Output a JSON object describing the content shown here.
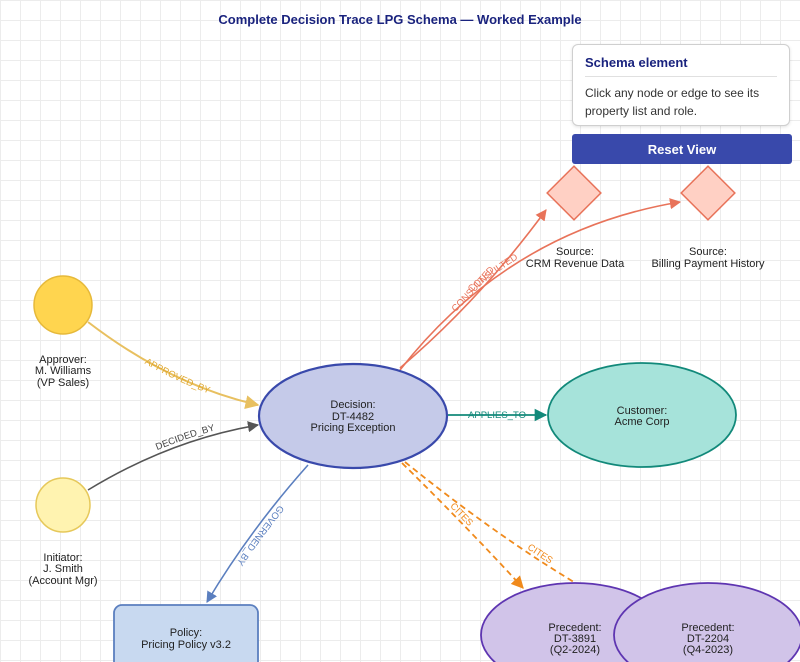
{
  "title": "Complete Decision Trace LPG Schema — Worked Example",
  "info_panel": {
    "heading": "Schema element",
    "body": "Click any node or edge to see its property list and role."
  },
  "reset_button": "Reset View",
  "nodes": {
    "decision": [
      "Decision:",
      "DT-4482",
      "Pricing Exception"
    ],
    "approver": [
      "Approver:",
      "M. Williams",
      "(VP Sales)"
    ],
    "initiator": [
      "Initiator:",
      "J. Smith",
      "(Account Mgr)"
    ],
    "customer": [
      "Customer:",
      "Acme Corp"
    ],
    "policy": [
      "Policy:",
      "Pricing Policy v3.2"
    ],
    "source_crm": [
      "Source:",
      "CRM Revenue Data"
    ],
    "source_billing": [
      "Source:",
      "Billing Payment History"
    ],
    "precedent_1": [
      "Precedent:",
      "DT-3891",
      "(Q2-2024)"
    ],
    "precedent_2": [
      "Precedent:",
      "DT-2204",
      "(Q4-2023)"
    ]
  },
  "edges": {
    "approved_by": "APPROVED_BY",
    "decided_by": "DECIDED_BY",
    "governed_by": "GOVERNED_BY",
    "applies_to": "APPLIES_TO",
    "consulted_crm": "CONSULTED",
    "consulted_billing": "CONSULTED",
    "cites_1": "CITES",
    "cites_2": "CITES"
  },
  "colors": {
    "title": "#1a237e",
    "decision_fill": "#c5cae9",
    "decision_stroke": "#3949ab",
    "approver_fill": "#ffd54f",
    "approver_stroke": "#e6b93a",
    "initiator_fill": "#fff3b0",
    "initiator_stroke": "#e6c85a",
    "customer_fill": "#a6e3da",
    "customer_stroke": "#12897a",
    "policy_fill": "#c8d9f0",
    "policy_stroke": "#5b7fbf",
    "source_fill": "#ffd0c4",
    "source_stroke": "#e8735a",
    "precedent_fill": "#d1c4e9",
    "precedent_stroke": "#5e35b1",
    "edge_approved": "#e8c060",
    "edge_decided": "#555555",
    "edge_governed": "#5b7fbf",
    "edge_applies": "#12897a",
    "edge_consulted": "#e8735a",
    "edge_cites": "#f08a1c",
    "button": "#3949ab"
  }
}
